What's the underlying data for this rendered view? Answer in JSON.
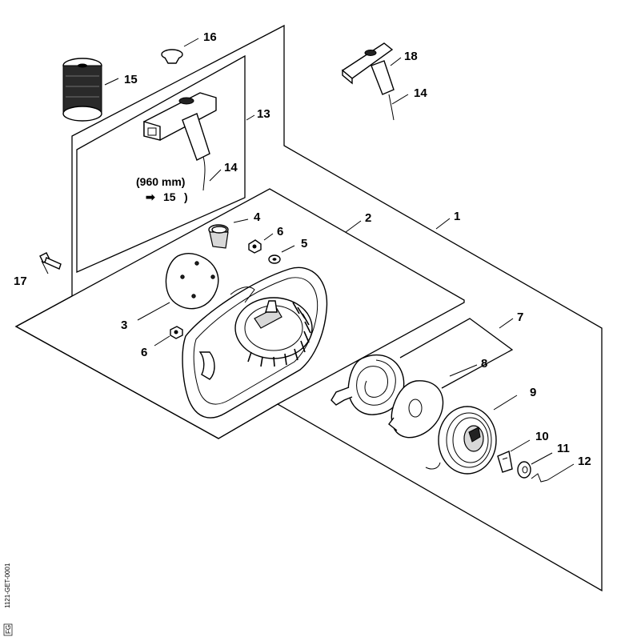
{
  "callouts": {
    "c1": "1",
    "c2": "2",
    "c3": "3",
    "c4": "4",
    "c5": "5",
    "c6a": "6",
    "c6b": "6",
    "c7": "7",
    "c8": "8",
    "c9": "9",
    "c10": "10",
    "c11": "11",
    "c12": "12",
    "c13": "13",
    "c14a": "14",
    "c14b": "14",
    "c15": "15",
    "c16": "16",
    "c17": "17",
    "c18": "18"
  },
  "notes": {
    "length": "(960 mm)",
    "ref_arrow": "➡",
    "ref_num": "15",
    "ref_close": ")"
  },
  "drawing_code": "1121-GET-0001",
  "drawing_code_box": "FG"
}
